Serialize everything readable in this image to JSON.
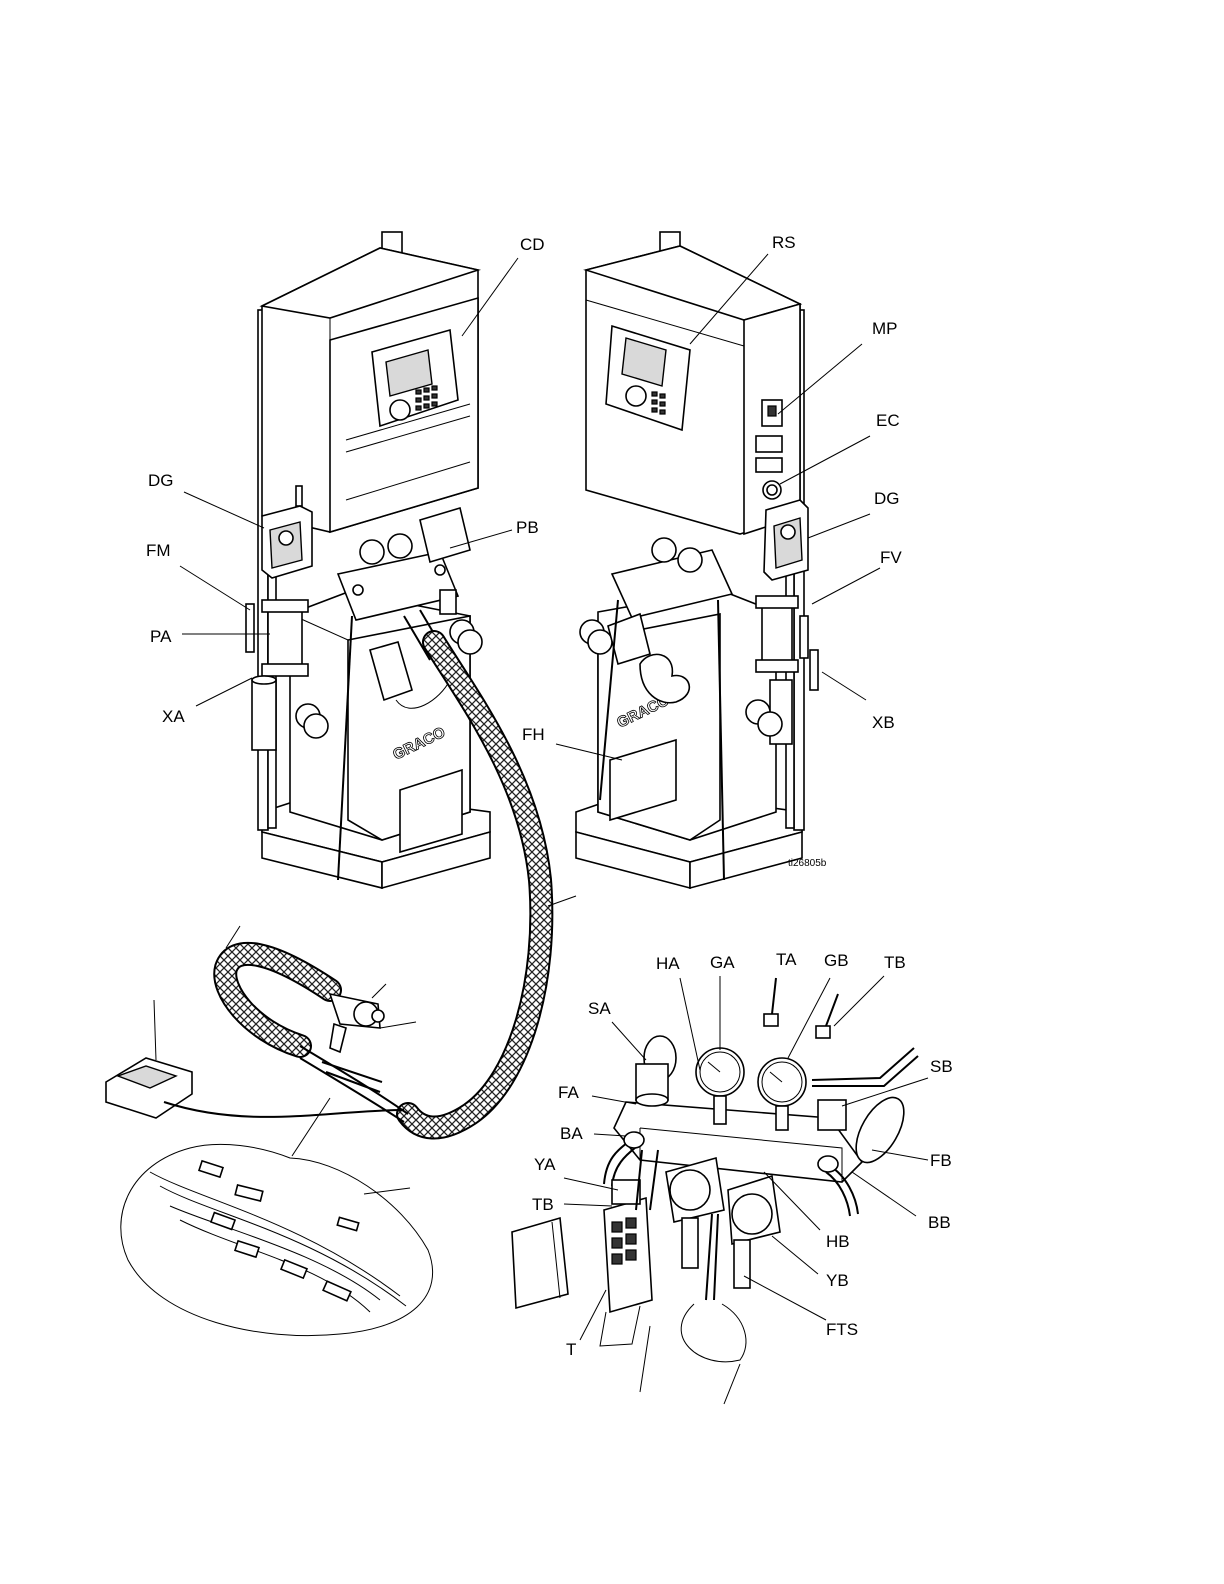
{
  "figure": {
    "ref_id": "ti26805b",
    "callouts": {
      "CD": "CD",
      "RS": "RS",
      "MP": "MP",
      "EC": "EC",
      "DG_left": "DG",
      "DG_right": "DG",
      "FM": "FM",
      "PA": "PA",
      "PB": "PB",
      "XA": "XA",
      "FH": "FH",
      "FV": "FV",
      "XB": "XB",
      "HA": "HA",
      "GA": "GA",
      "TA": "TA",
      "GB": "GB",
      "TB_top": "TB",
      "SA": "SA",
      "SB": "SB",
      "FA": "FA",
      "BA": "BA",
      "YA": "YA",
      "TB_bottom": "TB",
      "FB": "FB",
      "BB": "BB",
      "HB": "HB",
      "YB": "YB",
      "FTS": "FTS",
      "T": "T"
    },
    "logos": [
      "GRACO",
      "GRACO"
    ]
  }
}
